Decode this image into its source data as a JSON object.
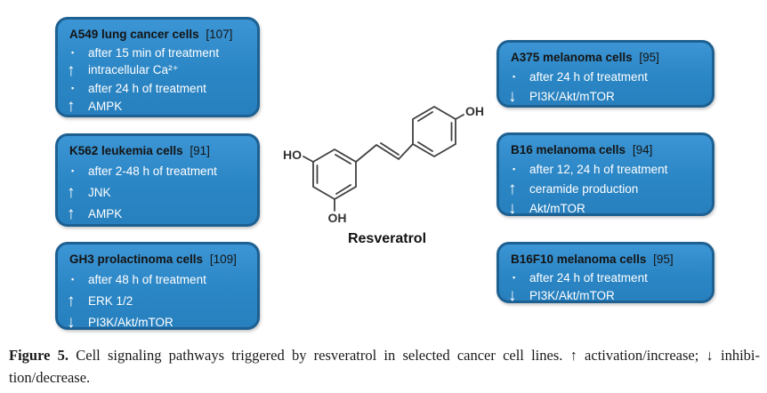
{
  "colors": {
    "box_fill": "#2B86C5",
    "box_border": "#1D6092",
    "box_text": "#FFFFFF",
    "title_text": "#141414",
    "structure_stroke": "#404040"
  },
  "boxes": [
    {
      "id": "a549",
      "title": "A549 lung cancer cells",
      "ref": "[107]",
      "rows": [
        {
          "type": "bullet",
          "glyph": "▪",
          "text": "after 15 min of treatment"
        },
        {
          "type": "up",
          "glyph": "↑",
          "text": "intracellular Ca²⁺"
        },
        {
          "type": "bullet",
          "glyph": "▪",
          "text": "after 24 h of treatment"
        },
        {
          "type": "up",
          "glyph": "↑",
          "text": "AMPK"
        }
      ]
    },
    {
      "id": "k562",
      "title": "K562 leukemia cells",
      "ref": "[91]",
      "rows": [
        {
          "type": "bullet",
          "glyph": "▪",
          "text": "after 2-48 h of treatment"
        },
        {
          "type": "up",
          "glyph": "↑",
          "text": "JNK"
        },
        {
          "type": "up",
          "glyph": "↑",
          "text": "AMPK"
        }
      ]
    },
    {
      "id": "gh3",
      "title": "GH3 prolactinoma cells",
      "ref": "[109]",
      "rows": [
        {
          "type": "bullet",
          "glyph": "▪",
          "text": "after 48 h of treatment"
        },
        {
          "type": "up",
          "glyph": "↑",
          "text": "ERK 1/2"
        },
        {
          "type": "down",
          "glyph": "↓",
          "text": "PI3K/Akt/mTOR"
        }
      ]
    },
    {
      "id": "a375",
      "title": "A375 melanoma cells",
      "ref": "[95]",
      "rows": [
        {
          "type": "bullet",
          "glyph": "▪",
          "text": "after 24 h of treatment"
        },
        {
          "type": "down",
          "glyph": "↓",
          "text": "PI3K/Akt/mTOR"
        }
      ]
    },
    {
      "id": "b16",
      "title": "B16 melanoma cells",
      "ref": "[94]",
      "rows": [
        {
          "type": "bullet",
          "glyph": "▪",
          "text": "after 12, 24 h of treatment"
        },
        {
          "type": "up",
          "glyph": "↑",
          "text": "ceramide production"
        },
        {
          "type": "down",
          "glyph": "↓",
          "text": "Akt/mTOR"
        }
      ]
    },
    {
      "id": "b16f10",
      "title": "B16F10 melanoma cells",
      "ref": "[95]",
      "rows": [
        {
          "type": "bullet",
          "glyph": "▪",
          "text": "after 24 h of treatment"
        },
        {
          "type": "down",
          "glyph": "↓",
          "text": "PI3K/Akt/mTOR"
        }
      ]
    }
  ],
  "molecule": {
    "name": "Resveratrol",
    "label_ho_left": "HO",
    "label_oh_bottom": "OH",
    "label_oh_right": "OH"
  },
  "caption": {
    "label": "Figure 5.",
    "line1": "Cell signaling pathways triggered by resveratrol in selected cancer cell lines. ↑ activation/increase; ↓ inhibi-",
    "line2": "tion/decrease."
  }
}
